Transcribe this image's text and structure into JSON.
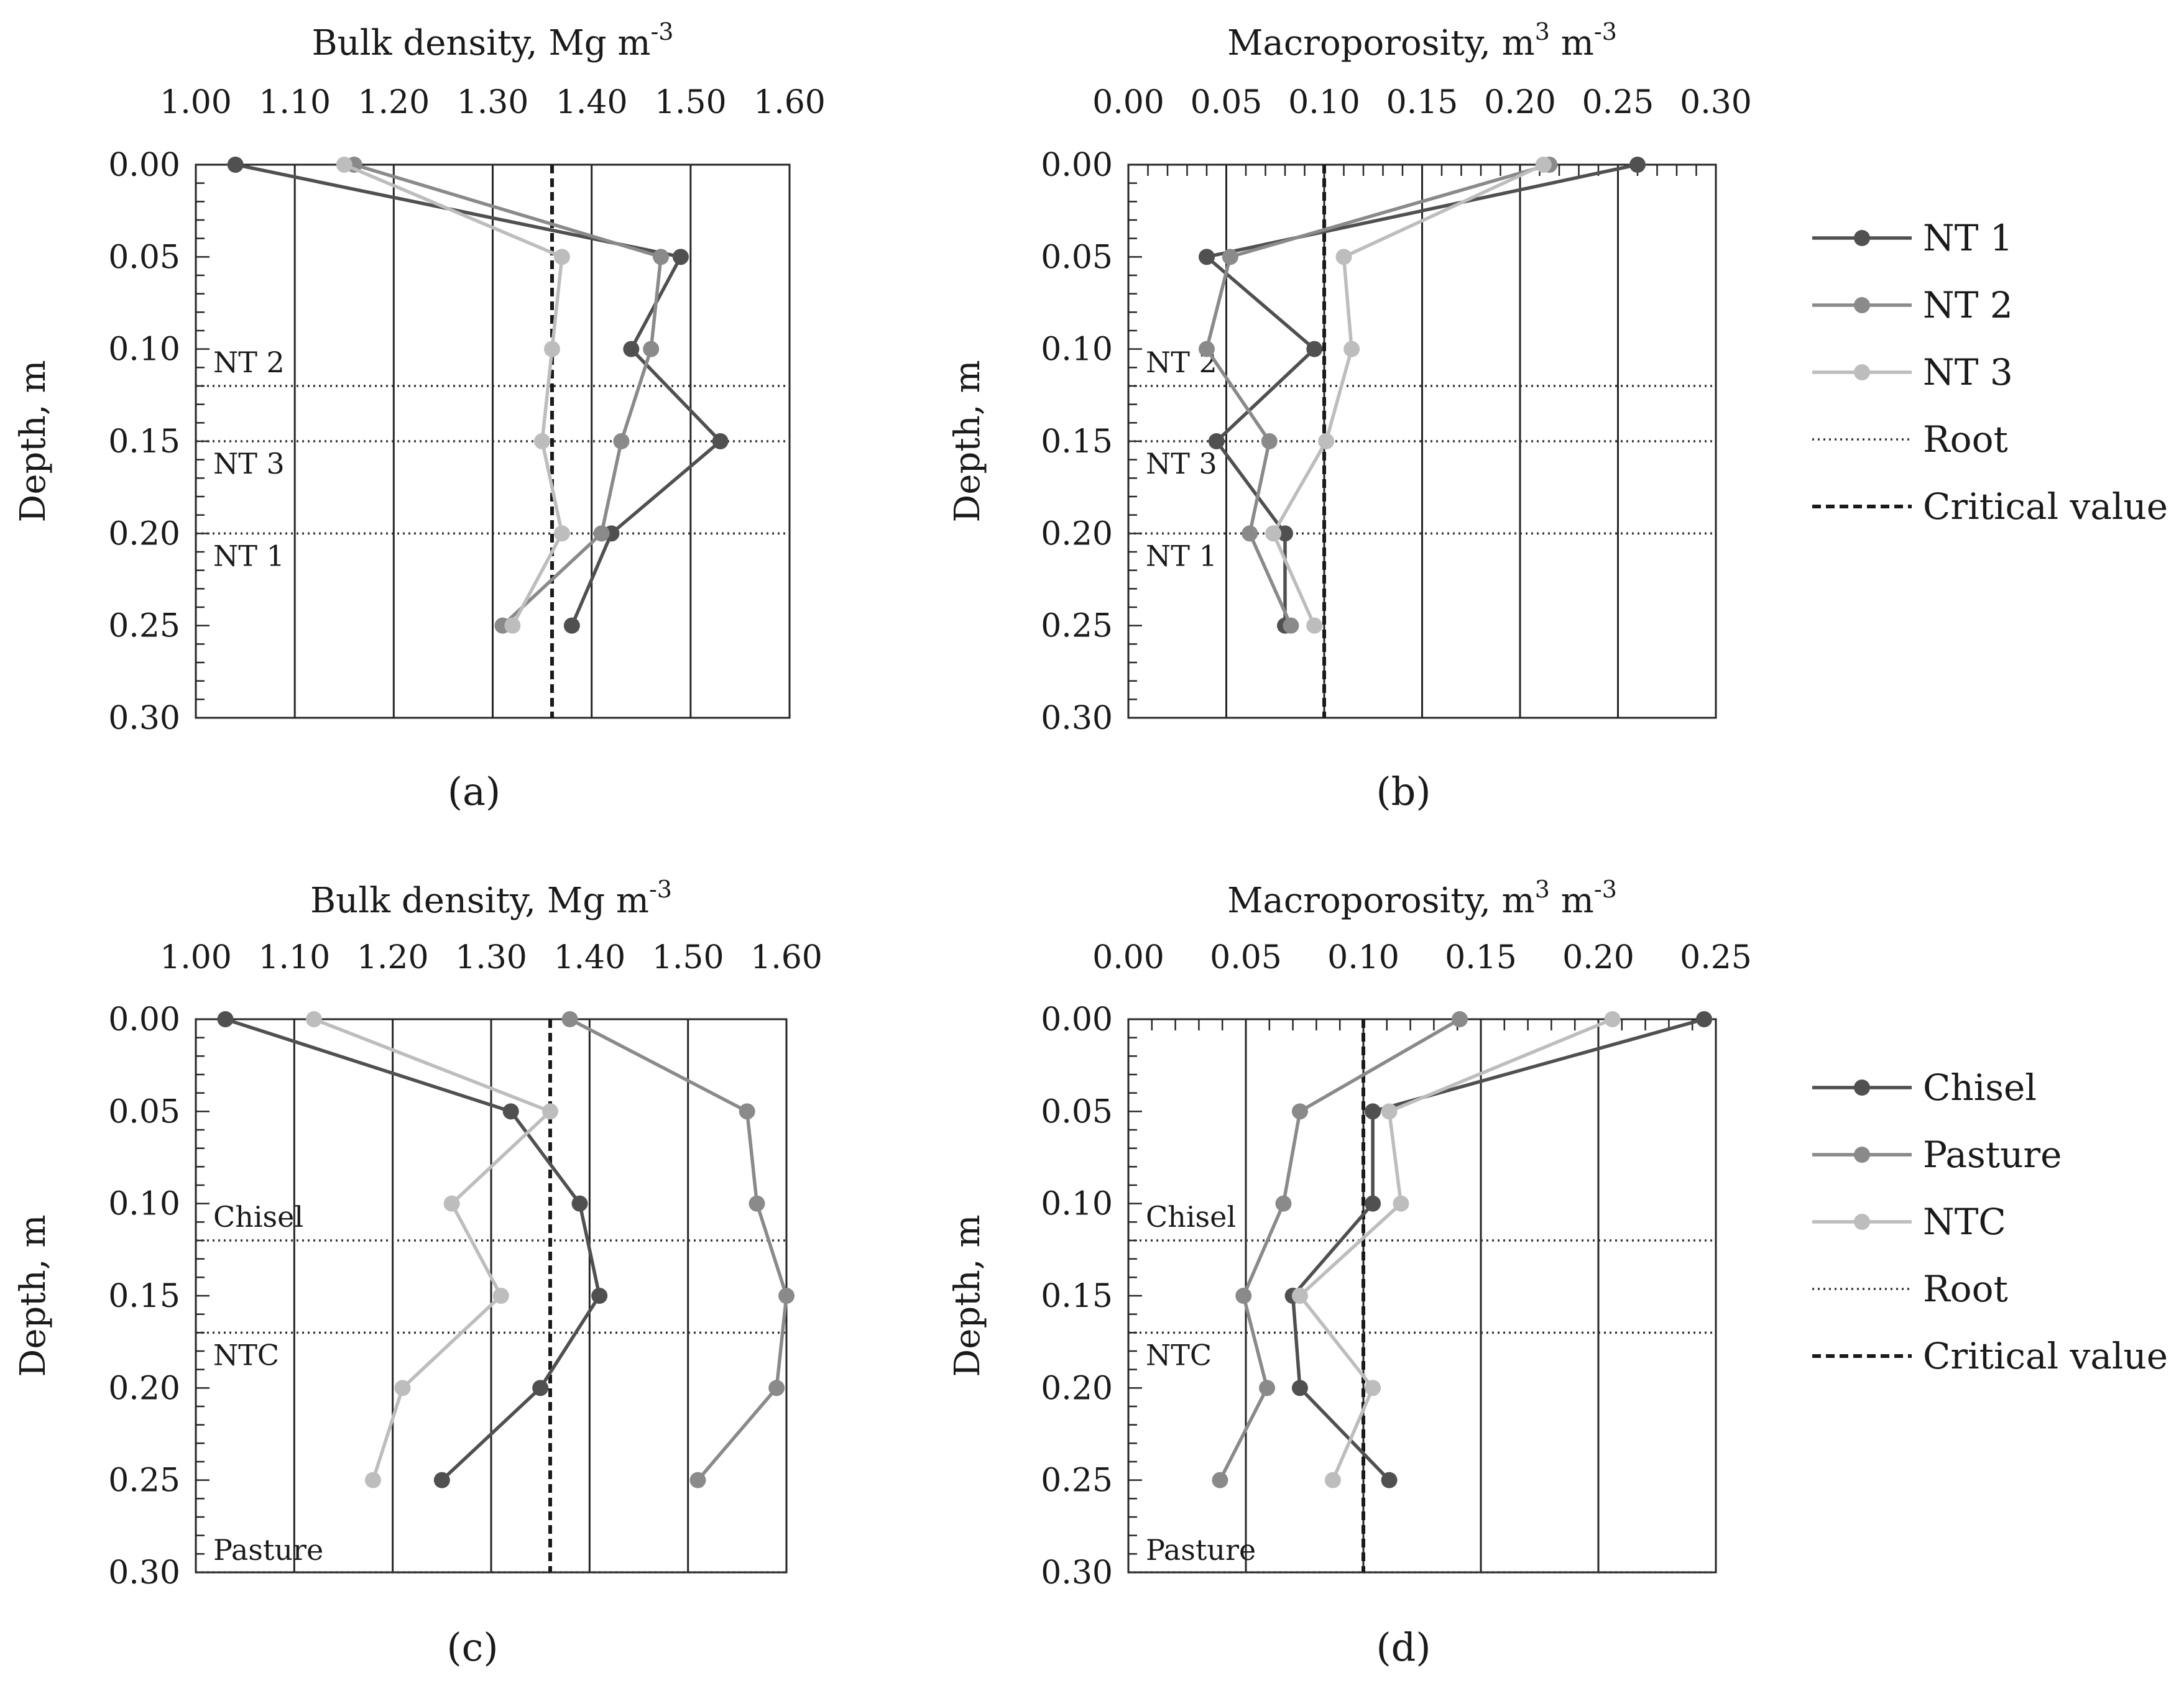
{
  "figure": {
    "panel_labels": [
      "(a)",
      "(b)",
      "(c)",
      "(d)"
    ]
  },
  "legends": [
    {
      "entries": [
        {
          "label": "NT 1",
          "kind": "series",
          "color": "#505050"
        },
        {
          "label": "NT 2",
          "kind": "series",
          "color": "#8a8a8a"
        },
        {
          "label": "NT 3",
          "kind": "series",
          "color": "#bdbdbd"
        },
        {
          "label": "Root",
          "kind": "root",
          "color": "#333333"
        },
        {
          "label": "Critical value",
          "kind": "critical",
          "color": "#1a1a1a"
        }
      ]
    },
    {
      "entries": [
        {
          "label": "Chisel",
          "kind": "series",
          "color": "#505050"
        },
        {
          "label": "Pasture",
          "kind": "series",
          "color": "#8a8a8a"
        },
        {
          "label": "NTC",
          "kind": "series",
          "color": "#bdbdbd"
        },
        {
          "label": "Root",
          "kind": "root",
          "color": "#333333"
        },
        {
          "label": "Critical value",
          "kind": "critical",
          "color": "#1a1a1a"
        }
      ]
    }
  ],
  "chart_data": [
    {
      "panel": "(a)",
      "type": "line",
      "title": "",
      "xlabel": "Bulk density, Mg m",
      "xlabel_sup": "-3",
      "ylabel": "Depth, m",
      "xlim": [
        1.0,
        1.6
      ],
      "x_ticks": [
        "1.00",
        "1.10",
        "1.20",
        "1.30",
        "1.40",
        "1.50",
        "1.60"
      ],
      "ylim": [
        0.0,
        0.3
      ],
      "y_ticks": [
        "0.00",
        "0.05",
        "0.10",
        "0.15",
        "0.20",
        "0.25",
        "0.30"
      ],
      "y_inverted": true,
      "x_axis_position": "top",
      "grid": "vertical",
      "minor_ticks": false,
      "depths": [
        0.0,
        0.05,
        0.1,
        0.15,
        0.2,
        0.25
      ],
      "series": [
        {
          "name": "NT 1",
          "color": "#505050",
          "values": [
            1.04,
            1.49,
            1.44,
            1.53,
            1.42,
            1.38
          ]
        },
        {
          "name": "NT 2",
          "color": "#8a8a8a",
          "values": [
            1.16,
            1.47,
            1.46,
            1.43,
            1.41,
            1.31
          ]
        },
        {
          "name": "NT 3",
          "color": "#bdbdbd",
          "values": [
            1.15,
            1.37,
            1.36,
            1.35,
            1.37,
            1.32
          ]
        }
      ],
      "critical_value": 1.36,
      "root_lines": [
        {
          "label": "NT 2",
          "depth": 0.12
        },
        {
          "label": "NT 3",
          "depth": 0.15
        },
        {
          "label": "NT 1",
          "depth": 0.2
        }
      ]
    },
    {
      "panel": "(b)",
      "type": "line",
      "title": "",
      "xlabel": "Macroporosity, m",
      "xlabel_sup": "3",
      "xlabel_mid": " m",
      "xlabel_sup2": "-3",
      "ylabel": "Depth, m",
      "xlim": [
        0.0,
        0.3
      ],
      "x_ticks": [
        "0.00",
        "0.05",
        "0.10",
        "0.15",
        "0.20",
        "0.25",
        "0.30"
      ],
      "ylim": [
        0.0,
        0.3
      ],
      "y_ticks": [
        "0.00",
        "0.05",
        "0.10",
        "0.15",
        "0.20",
        "0.25",
        "0.30"
      ],
      "y_inverted": true,
      "x_axis_position": "top",
      "grid": "vertical",
      "minor_ticks": true,
      "depths": [
        0.0,
        0.05,
        0.1,
        0.15,
        0.2,
        0.25
      ],
      "series": [
        {
          "name": "NT 1",
          "color": "#505050",
          "values": [
            0.26,
            0.04,
            0.095,
            0.045,
            0.08,
            0.08
          ]
        },
        {
          "name": "NT 2",
          "color": "#8a8a8a",
          "values": [
            0.215,
            0.052,
            0.04,
            0.072,
            0.062,
            0.083
          ]
        },
        {
          "name": "NT 3",
          "color": "#bdbdbd",
          "values": [
            0.212,
            0.11,
            0.114,
            0.101,
            0.074,
            0.095
          ]
        }
      ],
      "critical_value": 0.1,
      "root_lines": [
        {
          "label": "NT 2",
          "depth": 0.12
        },
        {
          "label": "NT 3",
          "depth": 0.15
        },
        {
          "label": "NT 1",
          "depth": 0.2
        }
      ]
    },
    {
      "panel": "(c)",
      "type": "line",
      "title": "",
      "xlabel": "Bulk density, Mg m",
      "xlabel_sup": "-3",
      "ylabel": "Depth, m",
      "xlim": [
        1.0,
        1.6
      ],
      "x_ticks": [
        "1.00",
        "1.10",
        "1.20",
        "1.30",
        "1.40",
        "1.50",
        "1.60"
      ],
      "ylim": [
        0.0,
        0.3
      ],
      "y_ticks": [
        "0.00",
        "0.05",
        "0.10",
        "0.15",
        "0.20",
        "0.25",
        "0.30"
      ],
      "y_inverted": true,
      "x_axis_position": "top",
      "grid": "vertical",
      "minor_ticks": false,
      "depths": [
        0.0,
        0.05,
        0.1,
        0.15,
        0.2,
        0.25
      ],
      "series": [
        {
          "name": "Chisel",
          "color": "#505050",
          "values": [
            1.03,
            1.32,
            1.39,
            1.41,
            1.35,
            1.25
          ]
        },
        {
          "name": "Pasture",
          "color": "#8a8a8a",
          "values": [
            1.38,
            1.56,
            1.57,
            1.6,
            1.59,
            1.51
          ]
        },
        {
          "name": "NTC",
          "color": "#bdbdbd",
          "values": [
            1.12,
            1.36,
            1.26,
            1.31,
            1.21,
            1.18
          ]
        }
      ],
      "critical_value": 1.36,
      "root_lines": [
        {
          "label": "Chisel",
          "depth": 0.12
        },
        {
          "label": "NTC",
          "depth": 0.17
        },
        {
          "label": "Pasture",
          "depth": 0.3
        }
      ]
    },
    {
      "panel": "(d)",
      "type": "line",
      "title": "",
      "xlabel": "Macroporosity, m",
      "xlabel_sup": "3",
      "xlabel_mid": " m",
      "xlabel_sup2": "-3",
      "ylabel": "Depth, m",
      "xlim": [
        0.0,
        0.25
      ],
      "x_ticks": [
        "0.00",
        "0.05",
        "0.10",
        "0.15",
        "0.20",
        "0.25"
      ],
      "ylim": [
        0.0,
        0.3
      ],
      "y_ticks": [
        "0.00",
        "0.05",
        "0.10",
        "0.15",
        "0.20",
        "0.25",
        "0.30"
      ],
      "y_inverted": true,
      "x_axis_position": "top",
      "grid": "vertical",
      "minor_ticks": true,
      "depths": [
        0.0,
        0.05,
        0.1,
        0.15,
        0.2,
        0.25
      ],
      "series": [
        {
          "name": "Chisel",
          "color": "#505050",
          "values": [
            0.245,
            0.104,
            0.104,
            0.07,
            0.073,
            0.111
          ]
        },
        {
          "name": "Pasture",
          "color": "#8a8a8a",
          "values": [
            0.141,
            0.073,
            0.066,
            0.049,
            0.059,
            0.039
          ]
        },
        {
          "name": "NTC",
          "color": "#bdbdbd",
          "values": [
            0.206,
            0.111,
            0.116,
            0.073,
            0.104,
            0.087
          ]
        }
      ],
      "critical_value": 0.1,
      "root_lines": [
        {
          "label": "Chisel",
          "depth": 0.12
        },
        {
          "label": "NTC",
          "depth": 0.17
        },
        {
          "label": "Pasture",
          "depth": 0.3
        }
      ]
    }
  ]
}
